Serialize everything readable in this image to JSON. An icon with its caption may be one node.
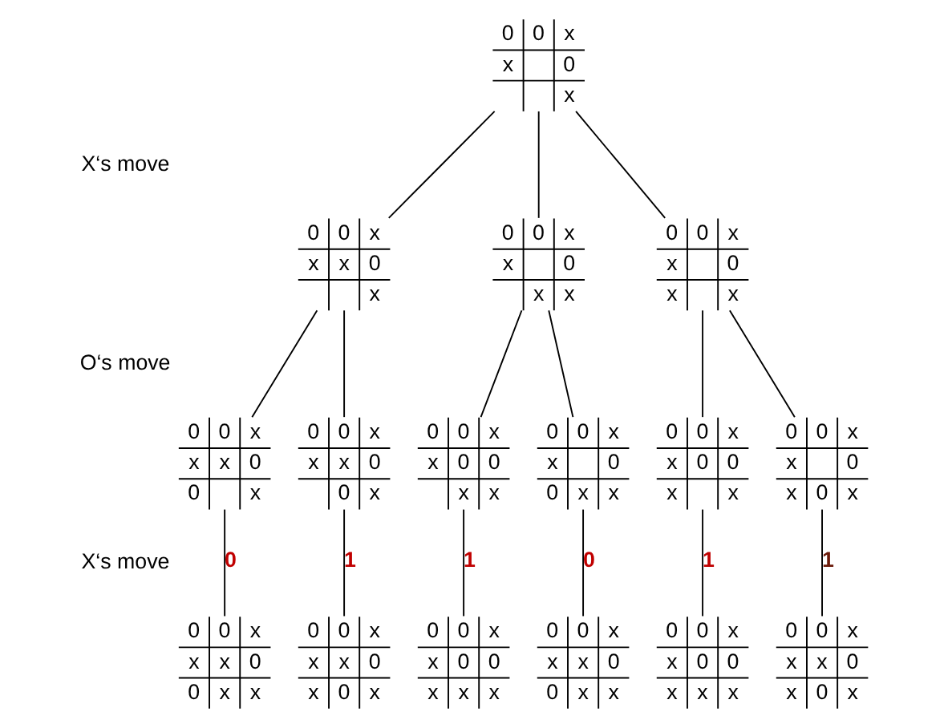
{
  "diagram": {
    "nodes": [
      {
        "text": [
          "0",
          "0",
          "x",
          "x",
          "0",
          "x"
        ]
      },
      {
        "text": [
          "0",
          "0",
          "x",
          "x",
          "x",
          "0",
          "x"
        ]
      },
      {
        "text": [
          "0",
          "0",
          "x",
          "x",
          "0",
          "x",
          "x"
        ]
      },
      {
        "text": [
          "0",
          "0",
          "x",
          "x",
          "0",
          "x",
          "x"
        ]
      },
      {
        "text": [
          "0",
          "0",
          "x",
          "x",
          "x",
          "0",
          "0",
          "x"
        ]
      },
      {
        "text": [
          "0",
          "0",
          "x",
          "x",
          "x",
          "0",
          "0",
          "x"
        ]
      },
      {
        "text": [
          "0",
          "0",
          "x",
          "x",
          "0",
          "0",
          "x",
          "x"
        ]
      },
      {
        "text": [
          "0",
          "0",
          "x",
          "x",
          "0",
          "0",
          "x",
          "x"
        ]
      },
      {
        "text": [
          "0",
          "0",
          "x",
          "x",
          "0",
          "0",
          "x",
          "x"
        ]
      },
      {
        "text": [
          "0",
          "0",
          "x",
          "x",
          "0",
          "x",
          "0",
          "x"
        ]
      },
      {
        "text": [
          "0",
          "0",
          "x",
          "x",
          "x",
          "0",
          "0",
          "x",
          "x"
        ]
      },
      {
        "text": [
          "0",
          "0",
          "x",
          "x",
          "x",
          "0",
          "x",
          "0",
          "x"
        ]
      },
      {
        "text": [
          "0",
          "0",
          "x",
          "x",
          "0",
          "0",
          "x",
          "x",
          "x"
        ]
      },
      {
        "text": [
          "0",
          "0",
          "x",
          "x",
          "x",
          "0",
          "0",
          "x",
          "x"
        ]
      },
      {
        "text": [
          "0",
          "0",
          "x",
          "x",
          "0",
          "0",
          "x",
          "x",
          "x"
        ]
      },
      {
        "text": [
          "0",
          "0",
          "x",
          "x",
          "x",
          "0",
          "x",
          "0",
          "x"
        ]
      }
    ],
    "edges": [
      {
        "from": 0,
        "to": 1,
        "arrow": "none"
      },
      {
        "from": 0,
        "to": 2,
        "arrow": "none"
      },
      {
        "from": 0,
        "to": 3,
        "arrow": "none"
      },
      {
        "from": 1,
        "to": 4,
        "arrow": "none"
      },
      {
        "from": 1,
        "to": 5,
        "arrow": "none"
      },
      {
        "from": 2,
        "to": 6,
        "arrow": "none"
      },
      {
        "from": 2,
        "to": 7,
        "arrow": "none"
      },
      {
        "from": 3,
        "to": 8,
        "arrow": "none"
      },
      {
        "from": 3,
        "to": 9,
        "arrow": "none"
      },
      {
        "from": 4,
        "to": 10,
        "arrow": "none",
        "label": "0"
      },
      {
        "from": 5,
        "to": 11,
        "arrow": "none",
        "label": "1"
      },
      {
        "from": 6,
        "to": 12,
        "arrow": "none",
        "label": "1"
      },
      {
        "from": 7,
        "to": 13,
        "arrow": "none",
        "label": "0"
      },
      {
        "from": 8,
        "to": 14,
        "arrow": "none",
        "label": "1"
      },
      {
        "from": 9,
        "to": 15,
        "arrow": "none",
        "label": "1"
      }
    ],
    "labels": [
      "X‘s move",
      "O‘s move",
      "X‘s move"
    ]
  }
}
